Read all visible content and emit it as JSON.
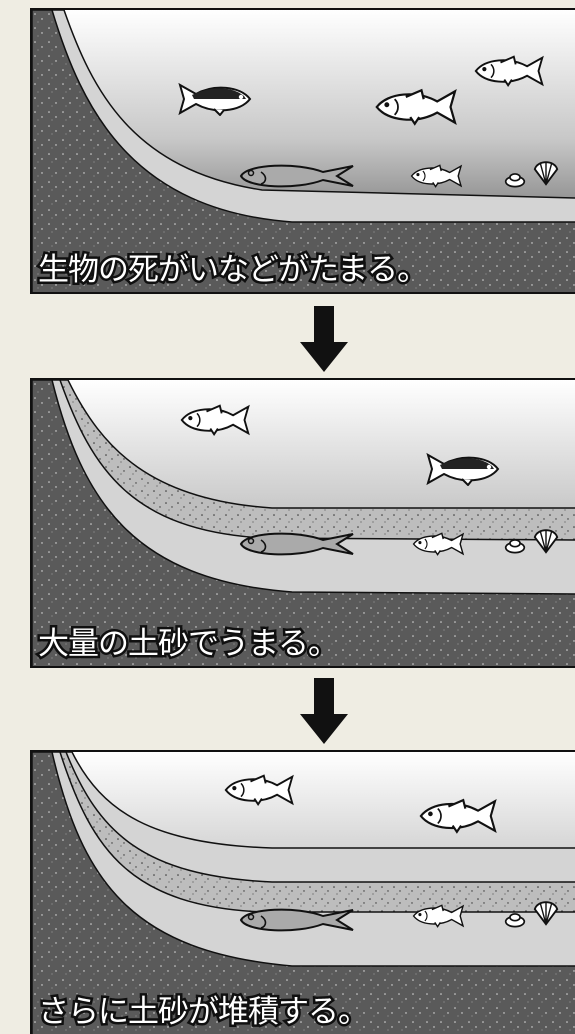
{
  "panels": [
    {
      "caption": "生物の死がいなどがたまる。"
    },
    {
      "caption": "大量の土砂でうまる。"
    },
    {
      "caption": "さらに土砂が堆積する。"
    }
  ],
  "colors": {
    "background": "#efede3",
    "seabed": "#5a5a5a",
    "water_top": "#ffffff",
    "water_bottom": "#555555",
    "light_layer": "#d4d4d4",
    "sand_layer": "#bdbdbd",
    "outline": "#111111"
  }
}
